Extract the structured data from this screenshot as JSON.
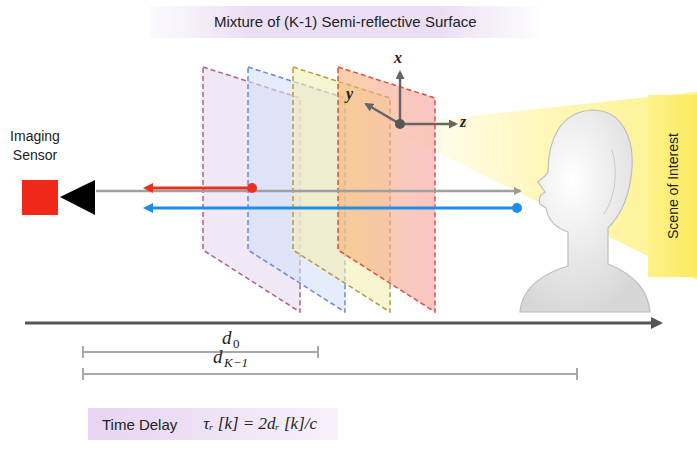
{
  "diagram": {
    "title": "Mixture of (K-1) Semi-reflective Surface",
    "nodes": [
      {
        "text": [
          "Scene of Interest"
        ]
      },
      {
        "text": [
          "Time Delay",
          "τᵣ [k] = 2dᵣ [k]/c"
        ]
      }
    ],
    "labels": [
      "Imaging Sensor",
      "x",
      "y",
      "z",
      "d",
      "0",
      "d",
      "K−1"
    ]
  }
}
